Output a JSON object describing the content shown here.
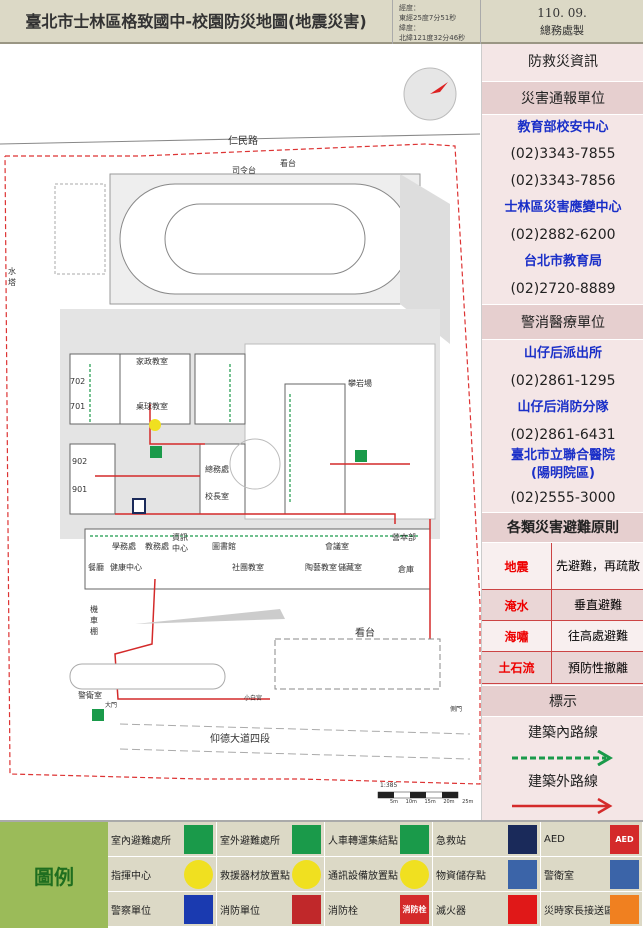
{
  "header": {
    "title": "臺北市士林區格致國中-校園防災地圖(地震災害)",
    "lon_label": "經度：",
    "lon": "東經25度7分51秒",
    "lat_label": "緯度：",
    "lat": "北緯121度32分46秒",
    "date": "110. 09.",
    "made_by": "總務處製"
  },
  "map": {
    "labels": {
      "road_north": "仁民路",
      "podium": "司令台",
      "stand1": "看台",
      "water_tower": "水塔",
      "home_ec": "家政教室",
      "table_tennis": "桌球教室",
      "climbing": "攀岩場",
      "student_affairs": "學務處",
      "academic": "教務處",
      "info_center": "資訊中心",
      "library": "圖書館",
      "meeting": "會議室",
      "dining": "餐廳",
      "health": "健康中心",
      "club": "社團教室",
      "pottery": "陶藝教室",
      "storage": "儲藏室",
      "principal": "校長室",
      "general_affairs": "總務處",
      "hq": "營本部",
      "warehouse": "倉庫",
      "moto": "機車棚",
      "stand2": "看台",
      "guard": "警衛室",
      "main_gate": "大門",
      "side_gate": "側門",
      "white_house": "小白宮",
      "road_south": "仰德大道四段",
      "scale": "1:385",
      "r901": "901",
      "r902": "902",
      "r701": "701",
      "r702": "702"
    },
    "scale_ticks": [
      "5m",
      "10m",
      "15m",
      "20m",
      "25m"
    ]
  },
  "panel": {
    "title": "防救災資訊",
    "report_header": "災害通報單位",
    "report": [
      {
        "name": "教育部校安中心",
        "phones": [
          "(02)3343-7855",
          "(02)3343-7856"
        ]
      },
      {
        "name": "士林區災害應變中心",
        "phones": [
          "(02)2882-6200"
        ]
      },
      {
        "name": "台北市教育局",
        "phones": [
          "(02)2720-8889"
        ]
      }
    ],
    "medical_header": "警消醫療單位",
    "medical": [
      {
        "name": "山仔后派出所",
        "phone": "(02)2861-1295"
      },
      {
        "name": "山仔后消防分隊",
        "phone": "(02)2861-6431"
      },
      {
        "name": "臺北市立聯合醫院",
        "sub": "(陽明院區)",
        "phone": "(02)2555-3000"
      }
    ],
    "principles_header": "各類災害避難原則",
    "principles": [
      {
        "k": "地震",
        "v": "先避難，再疏散"
      },
      {
        "k": "淹水",
        "v": "垂直避難"
      },
      {
        "k": "海嘯",
        "v": "往高處避難"
      },
      {
        "k": "土石流",
        "v": "預防性撤離"
      }
    ],
    "marks_header": "標示",
    "indoor": "建築內路線",
    "outdoor": "建築外路線",
    "colors": {
      "indoor": "#1a9a4a",
      "outdoor": "#d42a2a"
    }
  },
  "legend": {
    "title": "圖例",
    "items": [
      {
        "label": "室內避難處所",
        "icon": "indoor-shelter-icon"
      },
      {
        "label": "室外避難處所",
        "icon": "outdoor-shelter-icon"
      },
      {
        "label": "人車轉運集結點",
        "icon": "assembly-point-icon"
      },
      {
        "label": "急救站",
        "icon": "first-aid-icon"
      },
      {
        "label": "AED",
        "icon": "aed-icon",
        "icon_text": "AED"
      },
      {
        "label": "指揮中心",
        "icon": "command-center-icon"
      },
      {
        "label": "救援器材放置點",
        "icon": "rescue-equipment-icon"
      },
      {
        "label": "通訊設備放置點",
        "icon": "communication-icon"
      },
      {
        "label": "物資儲存點",
        "icon": "supply-storage-icon"
      },
      {
        "label": "警衛室",
        "icon": "guard-room-icon"
      },
      {
        "label": "警察單位",
        "icon": "police-icon"
      },
      {
        "label": "消防單位",
        "icon": "fire-dept-icon"
      },
      {
        "label": "消防栓",
        "icon": "hydrant-icon",
        "icon_text": "消防栓"
      },
      {
        "label": "滅火器",
        "icon": "extinguisher-icon"
      },
      {
        "label": "災時家長接送區",
        "icon": "parent-pickup-icon"
      }
    ]
  }
}
